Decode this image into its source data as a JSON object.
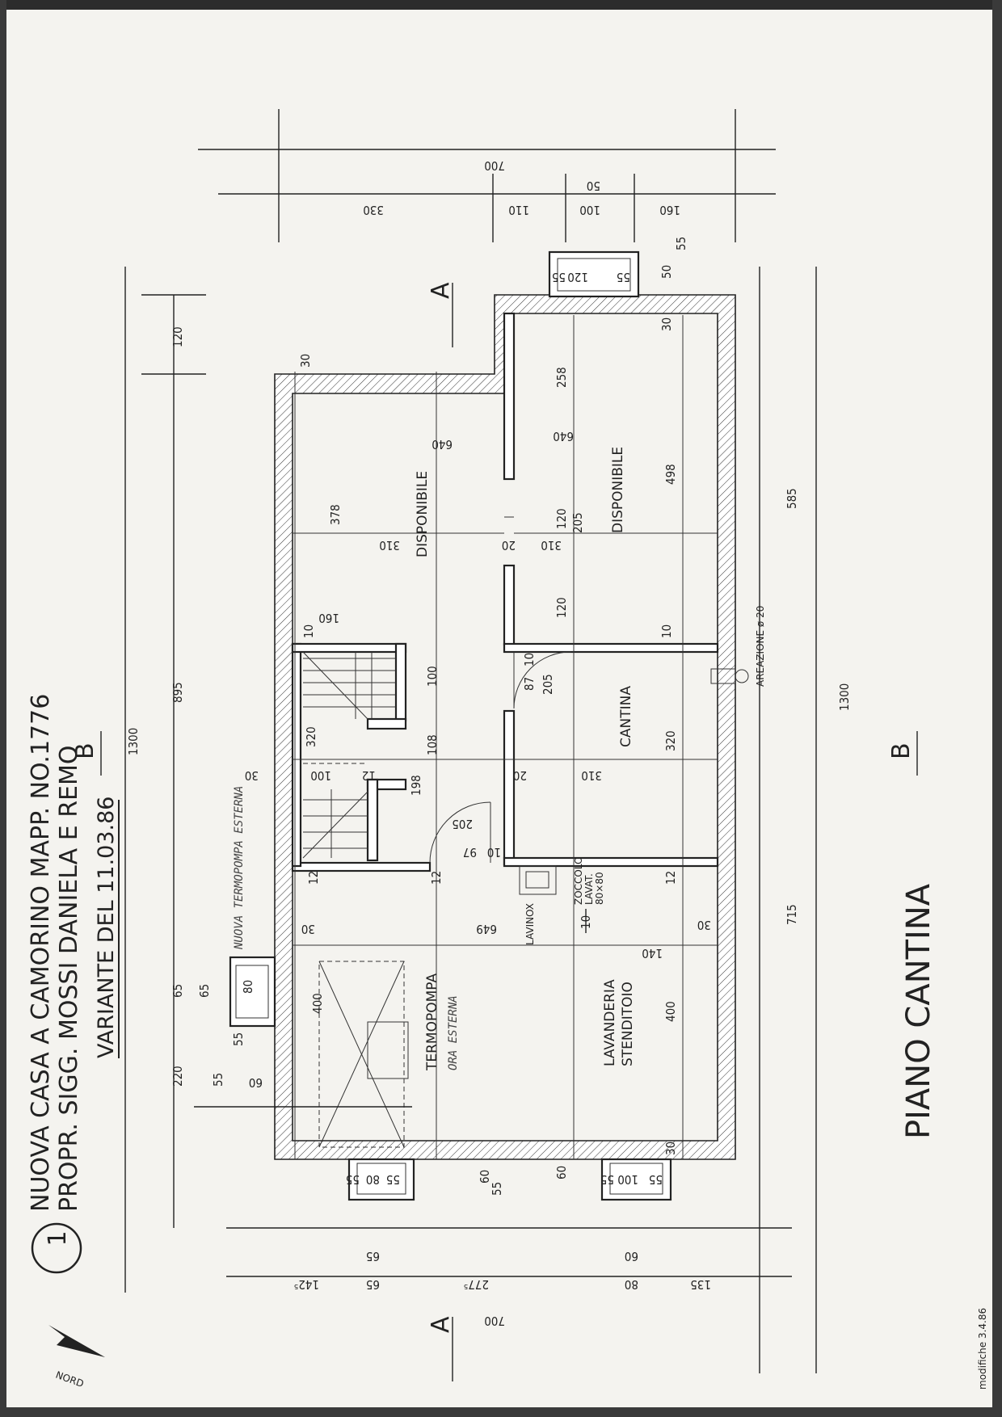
{
  "sheet": {
    "number": "1",
    "title_line1": "NUOVA CASA A CAMORINO MAPP. NO.1776",
    "title_line2": "PROPR. SIGG. MOSSI DANIELA E REMO",
    "variant": "VARIANTE DEL 11.03.86",
    "plan_name": "PIANO CANTINA",
    "north_label": "NORD",
    "footer": "modifiche 3.4.86",
    "section_mark": "A",
    "section_mark_b": "B"
  },
  "rooms": {
    "disponibile_1": "DISPONIBILE",
    "disponibile_2": "DISPONIBILE",
    "cantina": "CANTINA",
    "termopompa": "TERMOPOMPA",
    "termopompa_note": "ORA ESTERNA",
    "lavanderia": "LAVANDERIA",
    "stenditoio": "STENDITOIO",
    "lavinox": "LAVINOX",
    "zoccolo_1": "ZOCCOLO",
    "zoccolo_2": "LAVAT.",
    "zoccolo_3": "80×80",
    "areazione": "AREAZIONE ø 20",
    "nuova_termopompa": "NUOVA TERMOPOMPA ESTERNA"
  },
  "dims": {
    "d700_top": "700",
    "d330": "330",
    "d110": "110",
    "d100": "100",
    "d50": "50",
    "d160_top": "160",
    "d120_left": "120",
    "d895": "895",
    "d1300_left": "1300",
    "d220": "220",
    "d65a": "65",
    "d65b": "65",
    "d30a": "30",
    "d378": "378",
    "d310a": "310",
    "d160b": "160",
    "d640a": "640",
    "d10a": "10",
    "d100b": "100",
    "d320a": "320",
    "d108": "108",
    "d198": "198",
    "d12a": "12",
    "d100c": "100",
    "d30b": "30",
    "d12b": "12",
    "d12c": "12",
    "d30c": "30",
    "d400a": "400",
    "d60": "60",
    "d55a": "55",
    "d80": "80",
    "d55b": "55",
    "d258": "258",
    "d640b": "640",
    "d120a": "120",
    "d205a": "205",
    "d310b": "310",
    "d20a": "20",
    "d120b": "120",
    "d498": "498",
    "d30d": "30",
    "d10b": "10",
    "d87": "87",
    "d10c": "10",
    "d205b": "205",
    "d320b": "320",
    "d310c": "310",
    "d20b": "20",
    "d97": "97",
    "d10d": "10",
    "d205c": "205",
    "d649": "649",
    "d12d": "12",
    "d140": "140",
    "d400b": "400",
    "d30e": "30",
    "d30f": "30",
    "d10e": "10",
    "d585": "585",
    "d1300_right": "1300",
    "d715": "715",
    "d120_win": "120",
    "d55c": "55",
    "d55d": "55",
    "d50b": "50",
    "d55e": "55",
    "d55f": "55",
    "d80b": "80",
    "d55g": "55",
    "d55h": "55",
    "d100d": "100",
    "d55i": "55",
    "d60b": "60",
    "d55j": "55",
    "d60c": "60",
    "d142": "142⁵",
    "d65c": "65",
    "d65d": "65",
    "d277": "277⁵",
    "d80c": "80",
    "d60d": "60",
    "d135": "135",
    "d700_bot": "700"
  }
}
